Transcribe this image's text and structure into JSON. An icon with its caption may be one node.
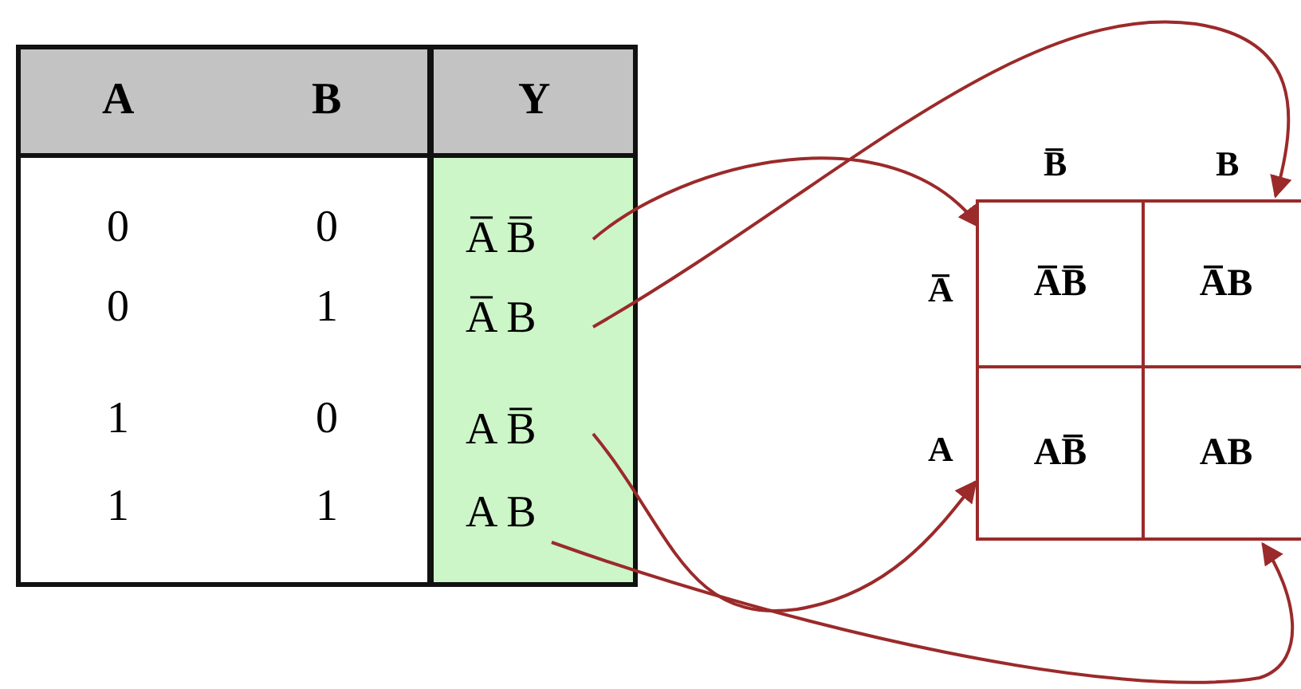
{
  "diagram": {
    "nodes": [
      {
        "text": [
          "A̅ B̅"
        ]
      },
      {
        "text": [
          "A̅ B"
        ]
      },
      {
        "text": [
          "A B̅"
        ]
      },
      {
        "text": [
          "A B"
        ]
      },
      {
        "text": [
          "A̅B̅"
        ]
      },
      {
        "text": [
          "A̅B"
        ]
      },
      {
        "text": [
          "AB̅"
        ]
      },
      {
        "text": [
          "AB"
        ]
      }
    ],
    "edges": [
      {
        "from": 0,
        "to": 4,
        "arrow": "to"
      },
      {
        "from": 1,
        "to": 5,
        "arrow": "to"
      },
      {
        "from": 2,
        "to": 6,
        "arrow": "to"
      },
      {
        "from": 3,
        "to": 7,
        "arrow": "to"
      }
    ],
    "labels": [
      "A",
      "B",
      "Y",
      "0",
      "0",
      "0",
      "1",
      "1",
      "0",
      "1",
      "1",
      "B̅",
      "B",
      "A̅",
      "A"
    ]
  }
}
